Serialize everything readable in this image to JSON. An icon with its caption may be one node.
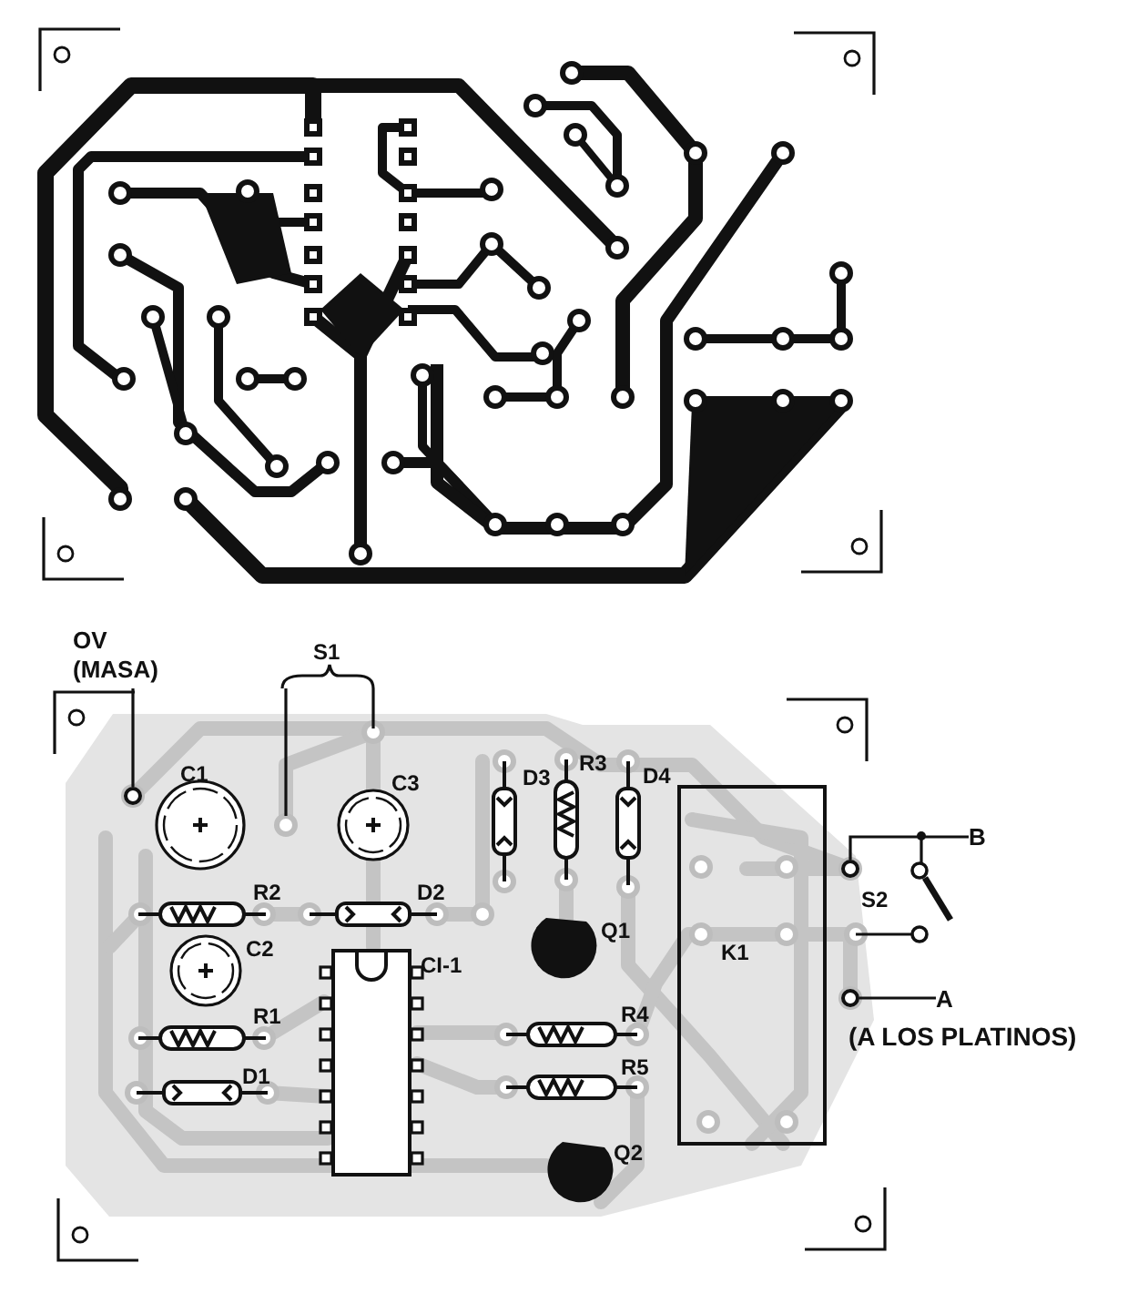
{
  "diagram": {
    "nodes": [
      {
        "text": [
          "OV (MASA)"
        ]
      },
      {
        "text": [],
        "shape": "circle"
      },
      {
        "text": [
          "B"
        ]
      },
      {
        "text": [],
        "shape": "circle"
      },
      {
        "text": [
          "A"
        ],
        "beside": [
          "(A LOS PLATINOS)"
        ]
      },
      {
        "text": [],
        "shape": "circle"
      }
    ],
    "edges": [
      {
        "from": 0,
        "to": 1,
        "arrow": "none"
      },
      {
        "from": 3,
        "to": 2,
        "arrow": "none"
      },
      {
        "from": 5,
        "to": 4,
        "arrow": "none"
      }
    ],
    "labels": [
      "S1",
      "C1",
      "C3",
      "D3",
      "R3",
      "D4",
      "R2",
      "D2",
      "C2",
      "CI-1",
      "Q1",
      "S2",
      "K1",
      "R1",
      "R4",
      "D1",
      "R5",
      "Q2"
    ]
  }
}
